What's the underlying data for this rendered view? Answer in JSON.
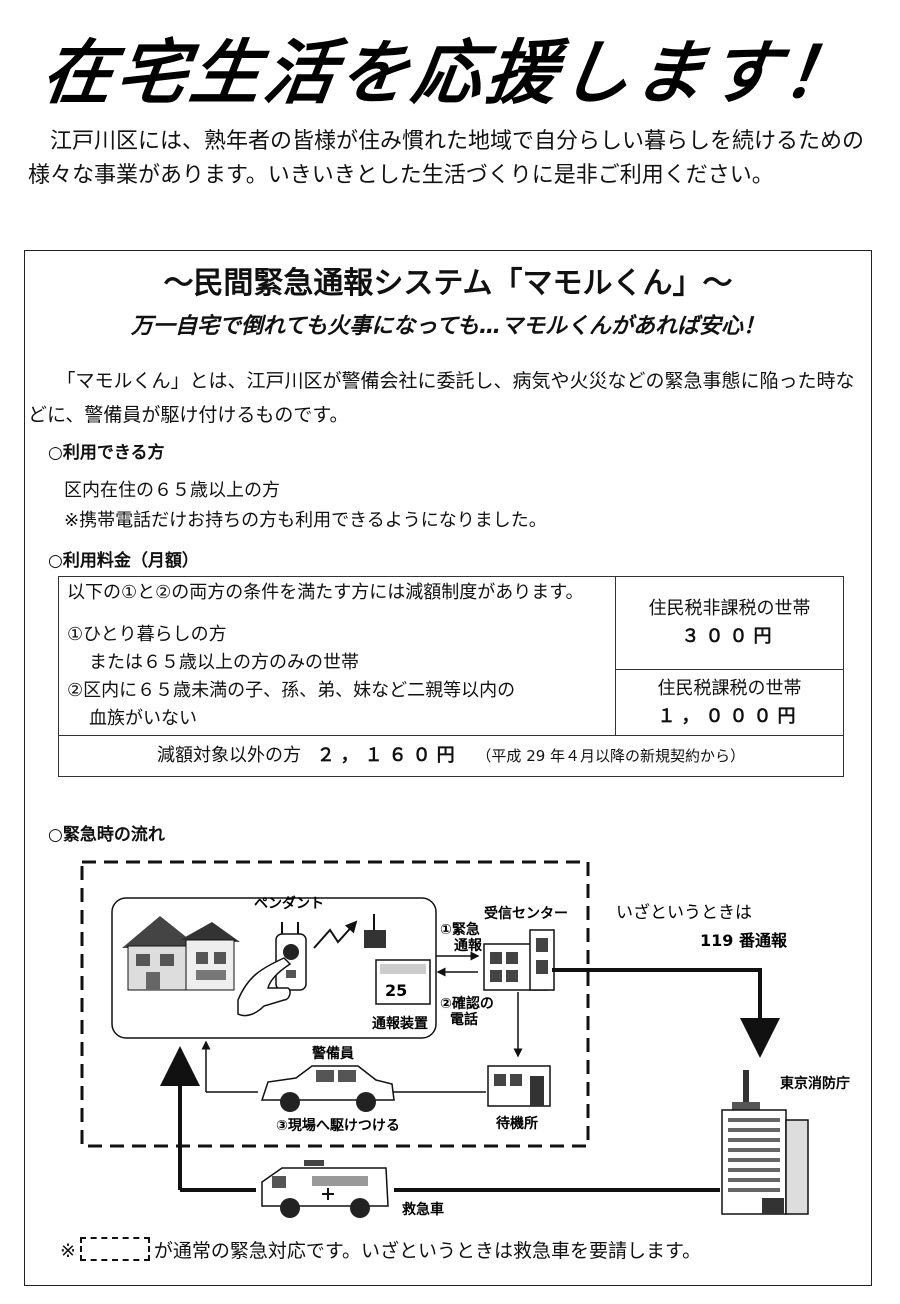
{
  "header": {
    "title": "在宅生活を応援します！",
    "intro": "江戸川区には、熟年者の皆様が住み慣れた地域で自分らしい暮らしを続けるための様々な事業があります。いきいきとした生活づくりに是非ご利用ください。"
  },
  "system": {
    "title": "～民間緊急通報システム「マモルくん」～",
    "subtitle": "万一自宅で倒れても火事になっても…マモルくんがあれば安心！",
    "description": "「マモルくん」とは、江戸川区が警備会社に委託し、病気や火災などの緊急事態に陥った時などに、警備員が駆け付けるものです。"
  },
  "eligibility": {
    "heading": "○利用できる方",
    "line1": "区内在住の６５歳以上の方",
    "line2": "※携帯電話だけお持ちの方も利用できるようになりました。"
  },
  "fees": {
    "heading": "○利用料金（月額）",
    "condition_intro": "以下の①と②の両方の条件を満たす方には減額制度があります。",
    "cond1_a": "①ひとり暮らしの方",
    "cond1_b": "または６５歳以上の方のみの世帯",
    "cond2_a": "②区内に６５歳未満の子、孫、弟、妹など二親等以内の",
    "cond2_b": "血族がいない",
    "nontax_label": "住民税非課税の世帯",
    "nontax_amount": "３００円",
    "tax_label": "住民税課税の世帯",
    "tax_amount": "１，０００円",
    "other_label": "減額対象以外の方",
    "other_amount": "２，１６０円",
    "other_note": "（平成 29 年４月以降の新規契約から）"
  },
  "flow": {
    "heading": "○緊急時の流れ",
    "pendant": "ペンダント",
    "device": "通報装置",
    "center": "受信センター",
    "step1_a": "①緊急",
    "step1_b": "通報",
    "step2_a": "②確認の",
    "step2_b": "電話",
    "emergency_a": "いざというときは",
    "emergency_b": "119 番通報",
    "guard": "警備員",
    "step3": "③現場へ駆けつける",
    "standby": "待機所",
    "fire_dept": "東京消防庁",
    "ambulance": "救急車"
  },
  "footnote": {
    "prefix": "※",
    "text": "が通常の緊急対応です。いざというときは救急車を要請します。"
  }
}
